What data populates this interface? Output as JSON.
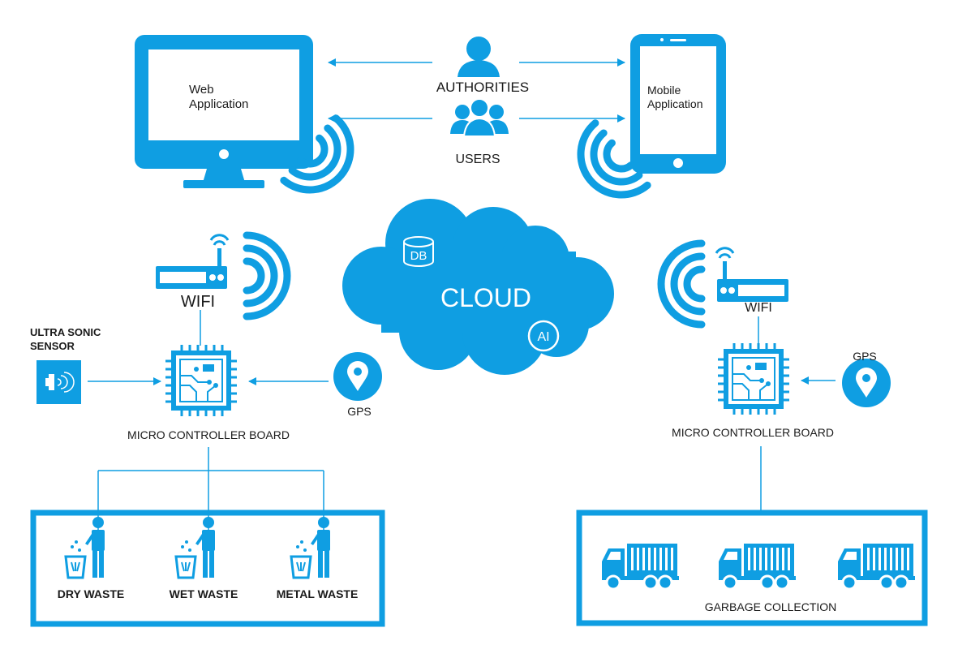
{
  "colors": {
    "primary": "#0f9ee2",
    "text": "#1a1a1a",
    "background": "#ffffff"
  },
  "top": {
    "web_app_line1": "Web",
    "web_app_line2": "Application",
    "mobile_app_line1": "Mobile",
    "mobile_app_line2": "Application",
    "authorities": "AUTHORITIES",
    "users": "USERS"
  },
  "cloud": {
    "label": "CLOUD",
    "db_label": "DB",
    "ai_label": "AI"
  },
  "left": {
    "wifi": "WIFI",
    "sensor_line1": "ULTRA SONIC",
    "sensor_line2": "SENSOR",
    "gps": "GPS",
    "board": "MICRO CONTROLLER BOARD",
    "bins": [
      "DRY WASTE",
      "WET WASTE",
      "METAL WASTE"
    ]
  },
  "right": {
    "wifi": "WIFI",
    "gps": "GPS",
    "board": "MICRO CONTROLLER BOARD",
    "garbage": "GARBAGE COLLECTION"
  },
  "icons": [
    "monitor-icon",
    "tablet-icon",
    "authorities-icon",
    "users-icon",
    "wifi-signal-icon",
    "router-icon",
    "cloud-icon",
    "database-icon",
    "ai-icon",
    "ultrasonic-sensor-icon",
    "gps-pin-icon",
    "microcontroller-chip-icon",
    "trash-bin-person-icon",
    "garbage-truck-icon"
  ]
}
